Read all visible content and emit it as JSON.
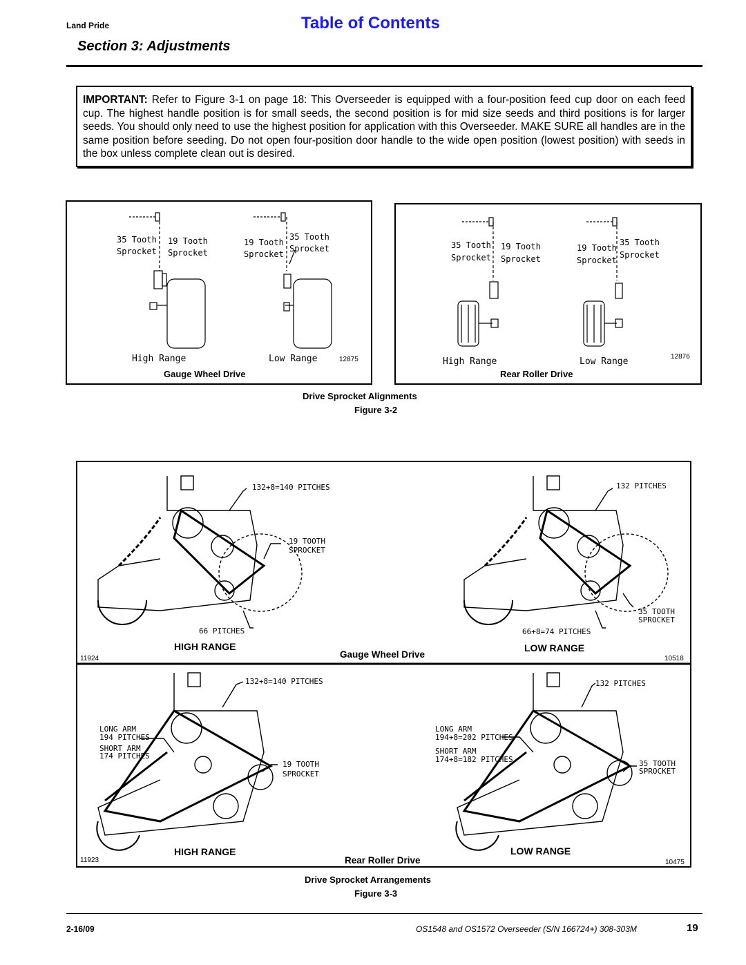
{
  "header": {
    "brand": "Land Pride",
    "toc_link": "Table of Contents",
    "section_title": "Section 3: Adjustments"
  },
  "important": {
    "label": "IMPORTANT:",
    "text": "Refer to Figure 3-1 on page 18: This Overseeder is equipped with a four-position feed cup door on each feed cup. The highest handle position is for small seeds, the second position is for mid size seeds and third positions is for larger seeds. You should only need to use the highest position for application with this Overseeder. MAKE SURE all handles are in the same position before seeding. Do not open four-position door handle to the wide open position (lowest position) with seeds in the box unless complete clean out is desired."
  },
  "figure2": {
    "left_panel": {
      "labels": [
        "35 Tooth",
        "Sprocket",
        "19 Tooth",
        "Sprocket",
        "19 Tooth",
        "Sprocket",
        "35 Tooth",
        "Sprocket"
      ],
      "high": "High Range",
      "low": "Low Range",
      "id": "12875",
      "caption": "Gauge Wheel Drive"
    },
    "right_panel": {
      "labels": [
        "35 Tooth",
        "Sprocket",
        "19 Tooth",
        "Sprocket",
        "19 Tooth",
        "Sprocket",
        "35 Tooth",
        "Sprocket"
      ],
      "high": "High Range",
      "low": "Low Range",
      "id": "12876",
      "caption": "Rear Roller Drive"
    },
    "title": "Drive Sprocket Alignments",
    "label": "Figure 3-2"
  },
  "figure3": {
    "top": {
      "left_callouts": [
        "132+8=140 PITCHES",
        "19 TOOTH",
        "SPROCKET",
        "66 PITCHES"
      ],
      "right_callouts": [
        "132 PITCHES",
        "35 TOOTH",
        "SPROCKET",
        "66+8=74 PITCHES"
      ],
      "high": "HIGH RANGE",
      "low": "LOW RANGE",
      "caption": "Gauge Wheel Drive",
      "id_left": "11924",
      "id_right": "10518"
    },
    "bottom": {
      "left_callouts": [
        "132+8=140 PITCHES",
        "LONG ARM",
        "194 PITCHES",
        "SHORT ARM",
        "174 PITCHES",
        "19 TOOTH",
        "SPROCKET"
      ],
      "right_callouts": [
        "132 PITCHES",
        "LONG ARM",
        "194+8=202 PITCHES",
        "SHORT ARM",
        "174+8=182 PITCHES",
        "35 TOOTH",
        "SPROCKET"
      ],
      "high": "HIGH RANGE",
      "low": "LOW RANGE",
      "caption": "Rear Roller Drive",
      "id_left": "11923",
      "id_right": "10475"
    },
    "title": "Drive Sprocket Arrangements",
    "label": "Figure 3-3"
  },
  "footer": {
    "date": "2-16/09",
    "doc": "OS1548 and OS1572 Overseeder (S/N 166724+) 308-303M",
    "page": "19"
  }
}
